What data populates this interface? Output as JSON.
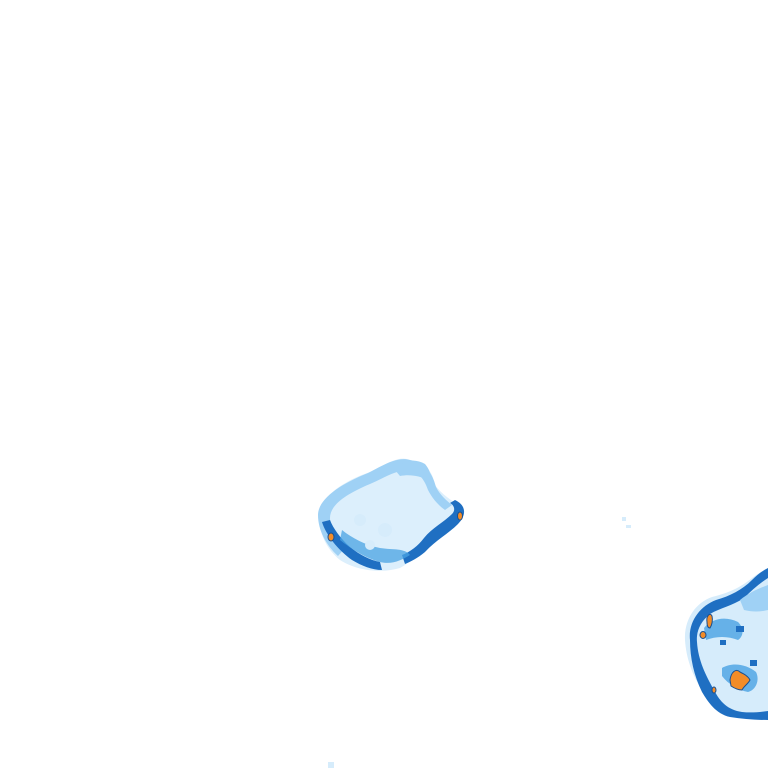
{
  "map": {
    "background_color": "#ffffff",
    "colors": {
      "very_light_blue": "#d6ecfb",
      "light_blue": "#9fd1f5",
      "mid_blue": "#4aa3e3",
      "dark_blue": "#1f6fc2",
      "orange": "#f28c28",
      "outline": "#1a4f8f"
    },
    "features": [
      {
        "name": "cell-a-ring",
        "kind": "precipitation-cell"
      },
      {
        "name": "cell-b-ring",
        "kind": "precipitation-cell"
      }
    ]
  }
}
